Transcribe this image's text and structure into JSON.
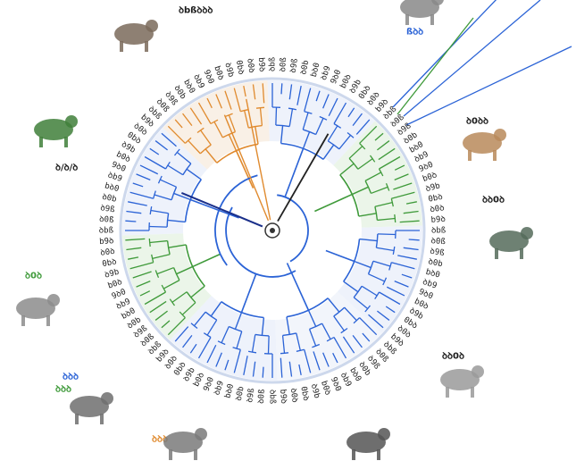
{
  "tree": {
    "leaf_count": 96,
    "colors": {
      "blue": "#2b63d6",
      "green": "#3f9a3a",
      "orange": "#e08a2e",
      "navy": "#1a2f8a",
      "dark": "#222222",
      "band": "#e6ecf7"
    },
    "leaf_labels": [
      "ꝺbß",
      "ꝺ0ß",
      "ꝺ9ß",
      "ꝺ0b",
      "bꝺ0",
      "ꝺb9",
      "9ꝺ0",
      "b0ꝺ",
      "ꝺ9b",
      "0bꝺ",
      "ꝺ0ꝺ",
      "b9ꝺ",
      "ꝺbß",
      "ꝺ0ß",
      "ꝺ9ß",
      "ꝺ0b",
      "bꝺ0",
      "ꝺb9",
      "9ꝺ0",
      "b0ꝺ",
      "ꝺ9b",
      "0bꝺ",
      "ꝺ0ꝺ",
      "b9ꝺ",
      "ꝺbß",
      "ꝺ0ß",
      "ꝺ9ß",
      "ꝺ0b",
      "bꝺ0",
      "ꝺb9",
      "9ꝺ0",
      "b0ꝺ",
      "ꝺ9b",
      "0bꝺ",
      "ꝺ0ꝺ",
      "b9ꝺ",
      "ꝺbß",
      "ꝺ0ß",
      "ꝺ9ß",
      "ꝺ0b",
      "bꝺ0",
      "ꝺb9",
      "9ꝺ0",
      "b0ꝺ",
      "ꝺ9b",
      "0bꝺ",
      "ꝺ0ꝺ",
      "b9ꝺ",
      "ꝺbß",
      "ꝺ0ß",
      "ꝺ9ß",
      "ꝺ0b",
      "bꝺ0",
      "ꝺb9",
      "9ꝺ0",
      "b0ꝺ",
      "ꝺ9b",
      "0bꝺ",
      "ꝺ0ꝺ",
      "b9ꝺ",
      "ꝺbß",
      "ꝺ0ß",
      "ꝺ9ß",
      "ꝺ0b",
      "bꝺ0",
      "ꝺb9",
      "9ꝺ0",
      "b0ꝺ",
      "ꝺ9b",
      "0bꝺ",
      "ꝺ0ꝺ",
      "b9ꝺ",
      "ꝺbß",
      "ꝺ0ß",
      "ꝺ9ß",
      "ꝺ0b",
      "bꝺ0",
      "ꝺb9",
      "9ꝺ0",
      "b0ꝺ",
      "ꝺ9b",
      "0bꝺ",
      "ꝺ0ꝺ",
      "b9ꝺ",
      "ꝺbß",
      "ꝺ0ß",
      "ꝺ9ß",
      "ꝺ0b",
      "bꝺ0",
      "ꝺb9",
      "9ꝺ0",
      "b0ꝺ",
      "ꝺ9b",
      "0bꝺ",
      "ꝺ0ꝺ",
      "b9ꝺ"
    ],
    "group_labels": [
      {
        "text": "ꝺbßꝺꝺꝺ",
        "color": "#1a1a1a"
      },
      {
        "text": "ßꝺꝺ",
        "color": "#2b63d6"
      },
      {
        "text": "ꝺ0ꝺꝺ",
        "color": "#1a1a1a"
      },
      {
        "text": "ꝺꝺ0ꝺ",
        "color": "#1a1a1a"
      },
      {
        "text": "ꝺꝺ0ꝺ",
        "color": "#1a1a1a"
      },
      {
        "text": "ꝺ0ꝺ",
        "color": "#3f9a3a"
      },
      {
        "text": "ꝺꝺꝺ",
        "color": "#2b63d6"
      },
      {
        "text": "ꝺꝺꝺ",
        "color": "#3f9a3a"
      },
      {
        "text": "ꝺꝺꝺ",
        "color": "#e08a2e"
      },
      {
        "text": "ꝺ/ꝺ/ꝺ",
        "color": "#1a1a1a"
      }
    ],
    "animals": [
      {
        "name": "goat-silhouette-icon"
      },
      {
        "name": "cattle-silhouette-icon"
      },
      {
        "name": "sheep-silhouette-icon"
      },
      {
        "name": "rabbit-silhouette-icon"
      },
      {
        "name": "llama-silhouette-icon"
      },
      {
        "name": "pig-silhouette-icon"
      },
      {
        "name": "horse-silhouette-icon"
      },
      {
        "name": "dog-silhouette-icon"
      },
      {
        "name": "deer-silhouette-icon"
      },
      {
        "name": "boar-silhouette-icon"
      }
    ]
  }
}
